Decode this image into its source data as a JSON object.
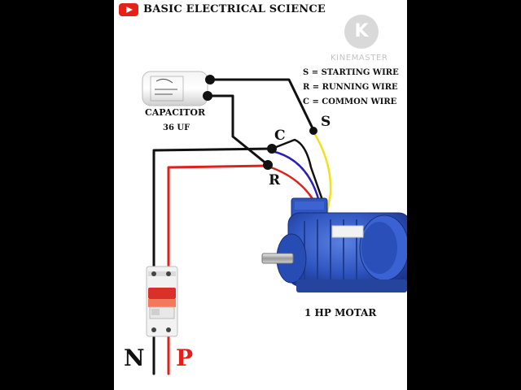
{
  "header": {
    "title": "BASIC ELECTRICAL SCIENCE",
    "channel_icon": "youtube-play-icon"
  },
  "watermark": {
    "text": "KINEMASTER",
    "icon": "kinemaster-logo-icon"
  },
  "legend": [
    {
      "key": "S",
      "line": "S = STARTING WIRE"
    },
    {
      "key": "R",
      "line": "R = RUNNING WIRE"
    },
    {
      "key": "C",
      "line": "C = COMMON WIRE"
    }
  ],
  "capacitor": {
    "label": "CAPACITOR",
    "rating": "36 UF"
  },
  "terminals": {
    "common": "C",
    "starting": "S",
    "running": "R"
  },
  "motor": {
    "label": "1 HP MOTAR"
  },
  "supply": {
    "neutral": "N",
    "phase": "P"
  },
  "colors": {
    "neutral_wire": "#111111",
    "phase_wire": "#e0201b",
    "common_wire": "#2a1fb5",
    "starting_wire": "#f2e021",
    "motor_body": "#2f55c0",
    "breaker_handle": "#d9302a",
    "youtube_red": "#e62117"
  }
}
